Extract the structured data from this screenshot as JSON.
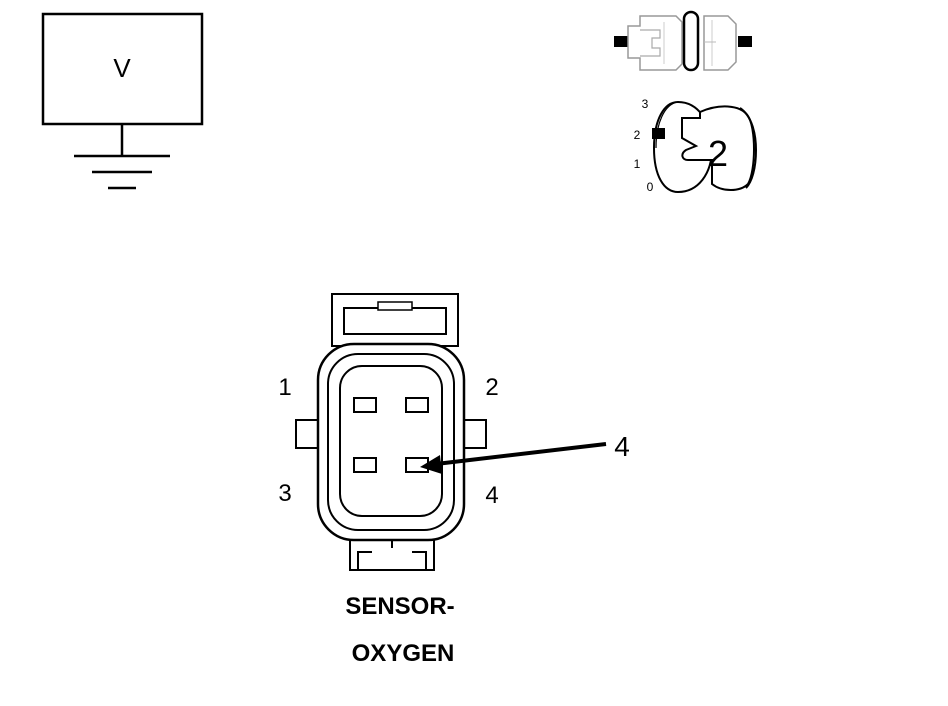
{
  "voltmeter": {
    "label": "V"
  },
  "ignition_switch": {
    "positions": [
      "3",
      "2",
      "1",
      "0"
    ],
    "selected": "2",
    "key_label": "2"
  },
  "connector": {
    "pins": {
      "p1": "1",
      "p2": "2",
      "p3": "3",
      "p4": "4"
    },
    "callout": "4",
    "title_line1": "SENSOR-",
    "title_line2": "OXYGEN"
  }
}
